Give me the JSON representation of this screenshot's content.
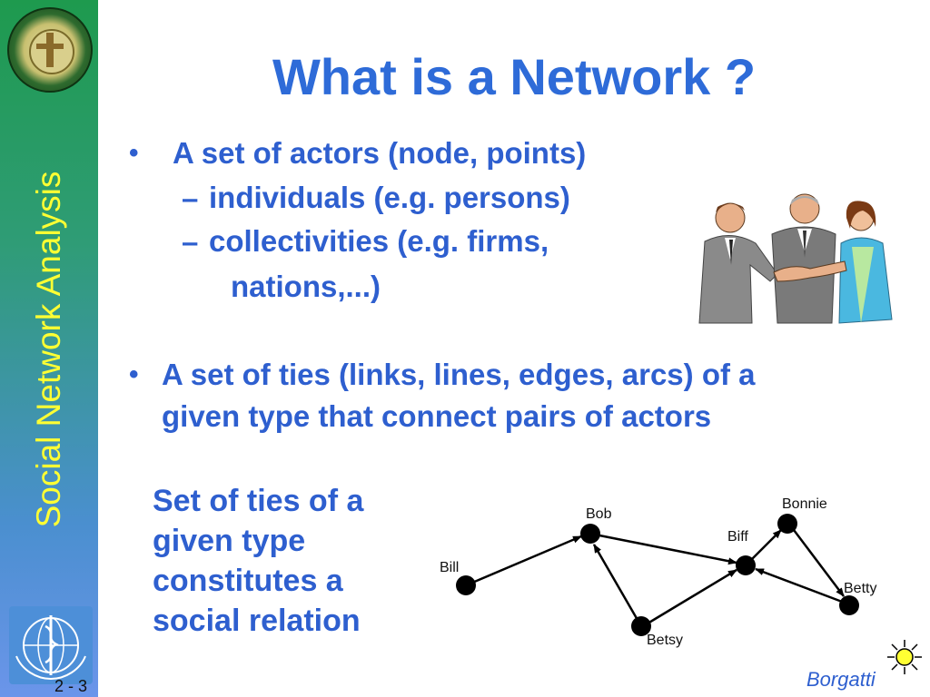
{
  "sidebar": {
    "vertical_title": "Social Network Analysis",
    "page_number": "2 - 3"
  },
  "slide": {
    "title": "What is a Network ?",
    "bullets": [
      {
        "text": "A set of actors (node, points)",
        "subitems": [
          "individuals (e.g. persons)",
          "collectivities (e.g. firms,",
          "nations,...)"
        ]
      },
      {
        "lines": [
          "A set of ties (links, lines, edges, arcs) of a",
          "given type that connect pairs of actors"
        ]
      }
    ],
    "side_note": [
      "Set of ties of a",
      "given type",
      "constitutes a",
      "social relation"
    ],
    "credit": "Borgatti"
  },
  "network": {
    "nodes": [
      "Bill",
      "Bob",
      "Betsy",
      "Biff",
      "Bonnie",
      "Betty"
    ]
  },
  "colors": {
    "text_blue": "#2e5fcf",
    "title_blue": "#2e6bd8",
    "sidebar_title": "#ffff33"
  },
  "icons": [
    "seal-icon",
    "who-logo-icon",
    "sun-icon",
    "handshake-illustration"
  ]
}
